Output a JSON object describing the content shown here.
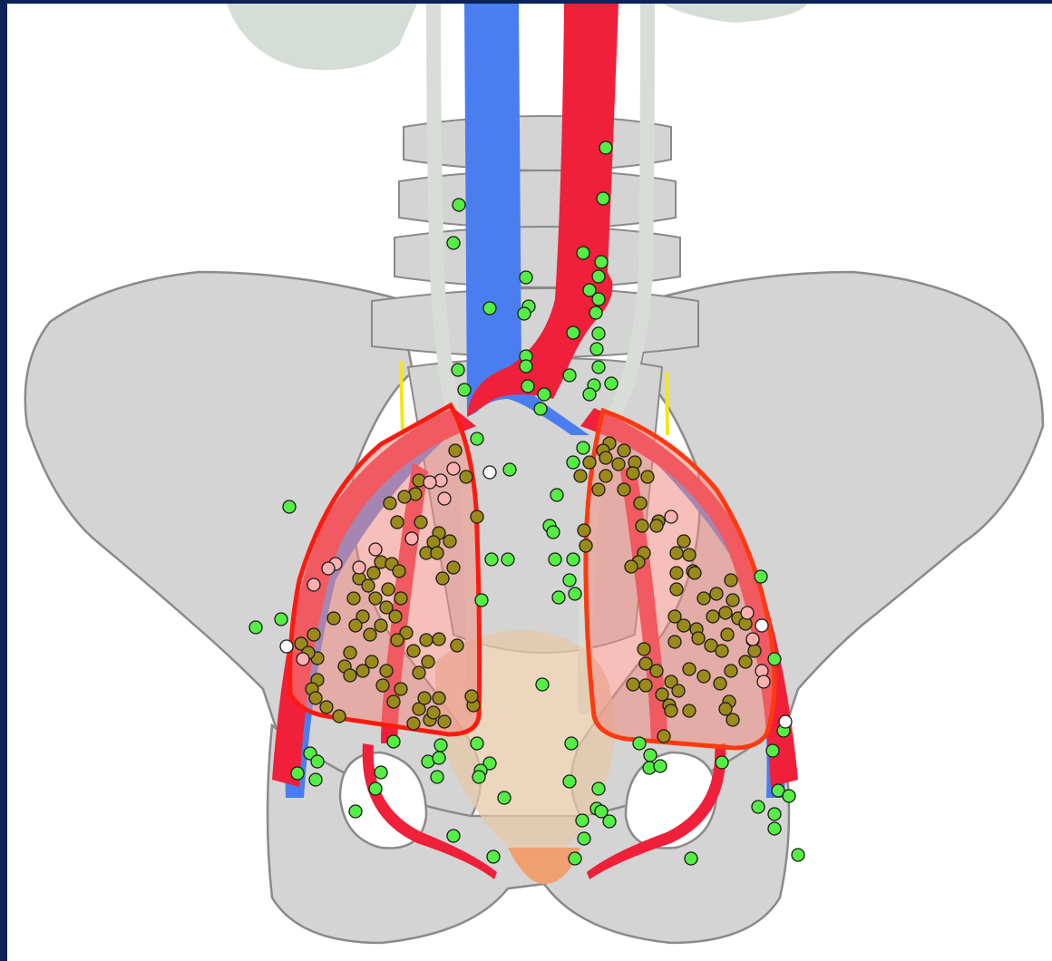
{
  "figure": {
    "kind": "anatomical pelvic diagram with node markers",
    "background_frame_color": "#0d2258",
    "colors": {
      "bone": "#d4d4d4",
      "bone_outline": "#8a8a8a",
      "artery": "#f0203a",
      "vein": "#4a7ef0",
      "ureter_top": "#d8ddd8",
      "ureter_bottom": "#e8a888",
      "nerve": "#f5e61a",
      "region_outline_left": "#ff1a10",
      "region_outline_right": "#ff3a10",
      "region_fill": "#f08a80",
      "marker_green": "#55ee44",
      "marker_olive": "#9a8a1a",
      "marker_pink": "#ffb0b0",
      "marker_white": "#ffffff",
      "kidney": "#d4ddd6",
      "bladder": "#e6c8a8"
    },
    "marker_categories": [
      "green",
      "olive",
      "pink",
      "white"
    ]
  }
}
